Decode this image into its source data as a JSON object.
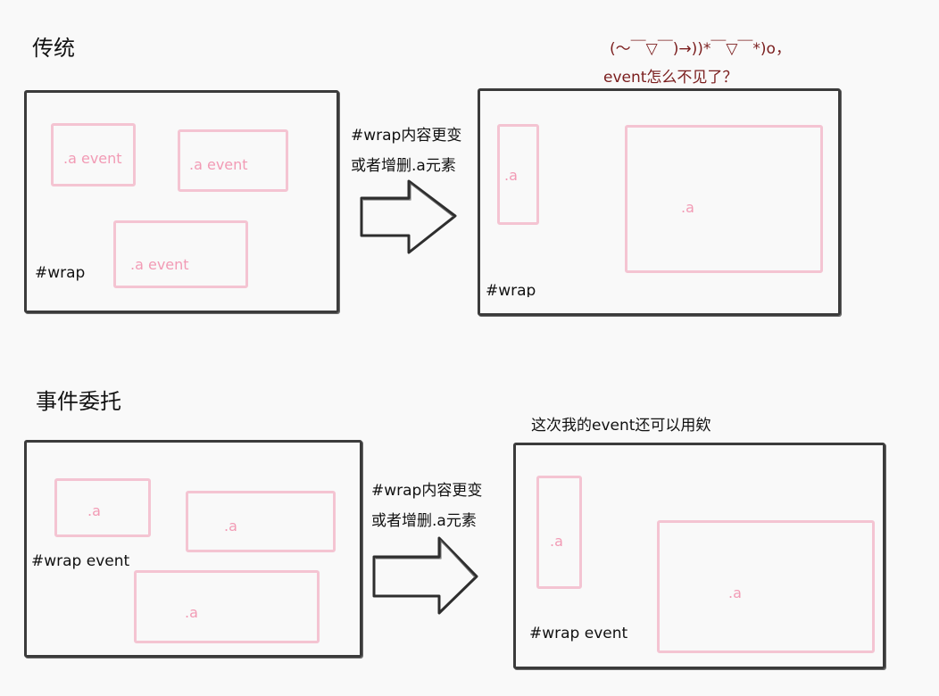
{
  "top": {
    "title": "传统",
    "left": {
      "wrap_label": "#wrap",
      "items": [
        ".a event",
        ".a event",
        ".a event"
      ]
    },
    "caption_line1": "#wrap内容更变",
    "caption_line2": "或者增删.a元素",
    "right": {
      "wrap_label": "#wrap",
      "items": [
        ".a",
        ".a"
      ],
      "note_line1": "(～￣▽￣)→))*￣▽￣*)o，",
      "note_line2": "event怎么不见了？"
    }
  },
  "bottom": {
    "title": "事件委托",
    "left": {
      "wrap_label": "#wrap event",
      "items": [
        ".a",
        ".a",
        ".a"
      ]
    },
    "caption_line1": "#wrap内容更变",
    "caption_line2": "或者增删.a元素",
    "right": {
      "wrap_label": "#wrap event",
      "items": [
        ".a",
        ".a"
      ],
      "note": "这次我的event还可以用欸"
    }
  },
  "colors": {
    "wrap_border": "#3b3b3b",
    "item_border": "#f4c4d2",
    "item_text": "#f29bb5",
    "note_text": "#7a1d1d"
  }
}
